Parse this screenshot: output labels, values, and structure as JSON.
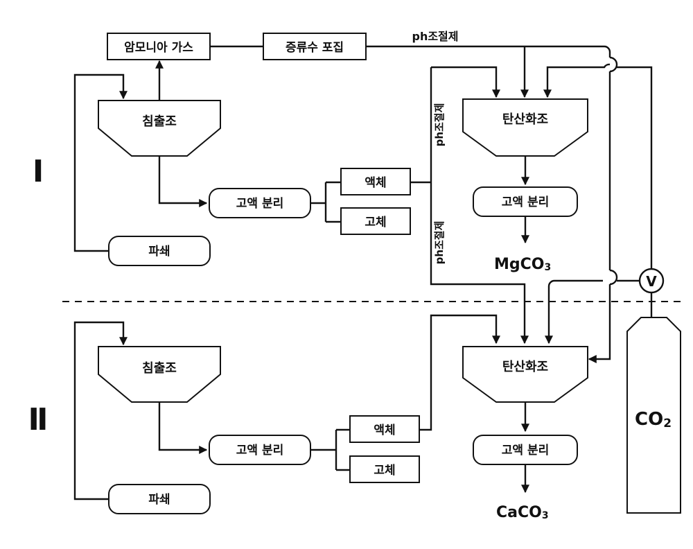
{
  "sections": {
    "one": "Ⅰ",
    "two": "Ⅱ"
  },
  "top": {
    "ammonia_gas": "암모니아 가스",
    "distilled_water": "증류수 포집",
    "ph_adjuster": "ph조절제"
  },
  "process_1": {
    "leaching_tank": "침출조",
    "separation": "고액 분리",
    "liquid": "액체",
    "solid": "고체",
    "crushing": "파쇄",
    "ph_adjuster_upper": "ph조절제",
    "ph_adjuster_lower": "ph조절제",
    "carbonation_tank": "탄산화조",
    "separation_2": "고액 분리",
    "product_main": "MgCO",
    "product_sub": "3"
  },
  "process_2": {
    "leaching_tank": "침출조",
    "separation": "고액 분리",
    "liquid": "액체",
    "solid": "고체",
    "crushing": "파쇄",
    "carbonation_tank": "탄산화조",
    "separation_2": "고액 분리",
    "product_main": "CaCO",
    "product_sub": "3"
  },
  "co2": {
    "label_main": "CO",
    "label_sub": "2",
    "valve": "V"
  }
}
